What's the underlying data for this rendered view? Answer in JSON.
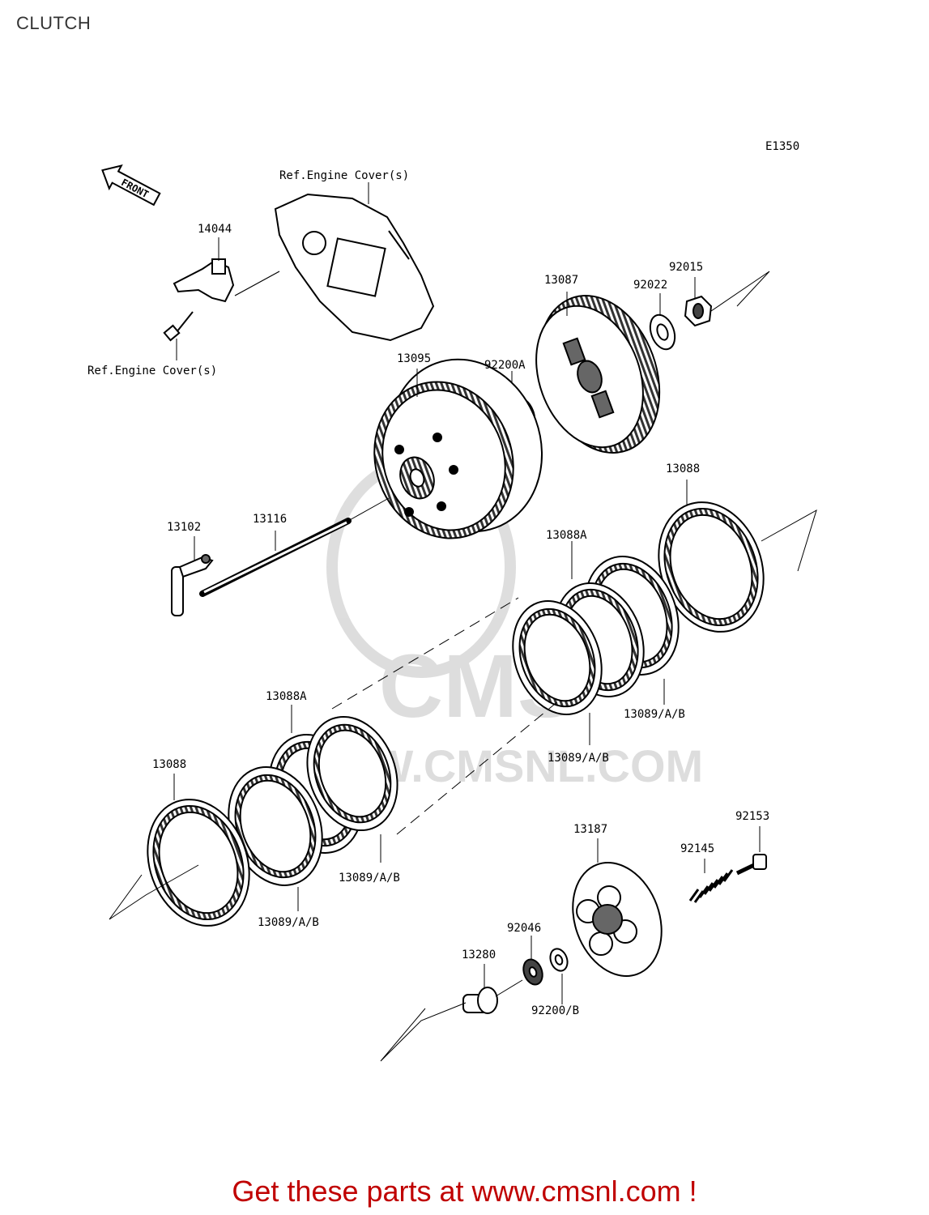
{
  "page_title": "CLUTCH",
  "diagram_code": "E1350",
  "front_label": "FRONT",
  "watermark": {
    "brand": "CMS",
    "url": "WWW.CMSNL.COM"
  },
  "footer_text": "Get these parts at www.cmsnl.com !",
  "labels": {
    "ref_cover_top": "Ref.Engine Cover(s)",
    "ref_cover_bottom": "Ref.Engine Cover(s)",
    "p14044": "14044",
    "p13087": "13087",
    "p92022": "92022",
    "p92015": "92015",
    "p13095": "13095",
    "p92200a": "92200A",
    "p13088_top": "13088",
    "p13102": "13102",
    "p13116": "13116",
    "p13088a_top": "13088A",
    "p13089_top_right": "13089/A/B",
    "p13089_top_mid": "13089/A/B",
    "p13088a_bottom": "13088A",
    "p13088_bottom": "13088",
    "p13089_bottom_mid": "13089/A/B",
    "p13089_bottom_left": "13089/A/B",
    "p13187": "13187",
    "p92153": "92153",
    "p92145": "92145",
    "p92046": "92046",
    "p13280": "13280",
    "p92200b": "92200/B"
  }
}
